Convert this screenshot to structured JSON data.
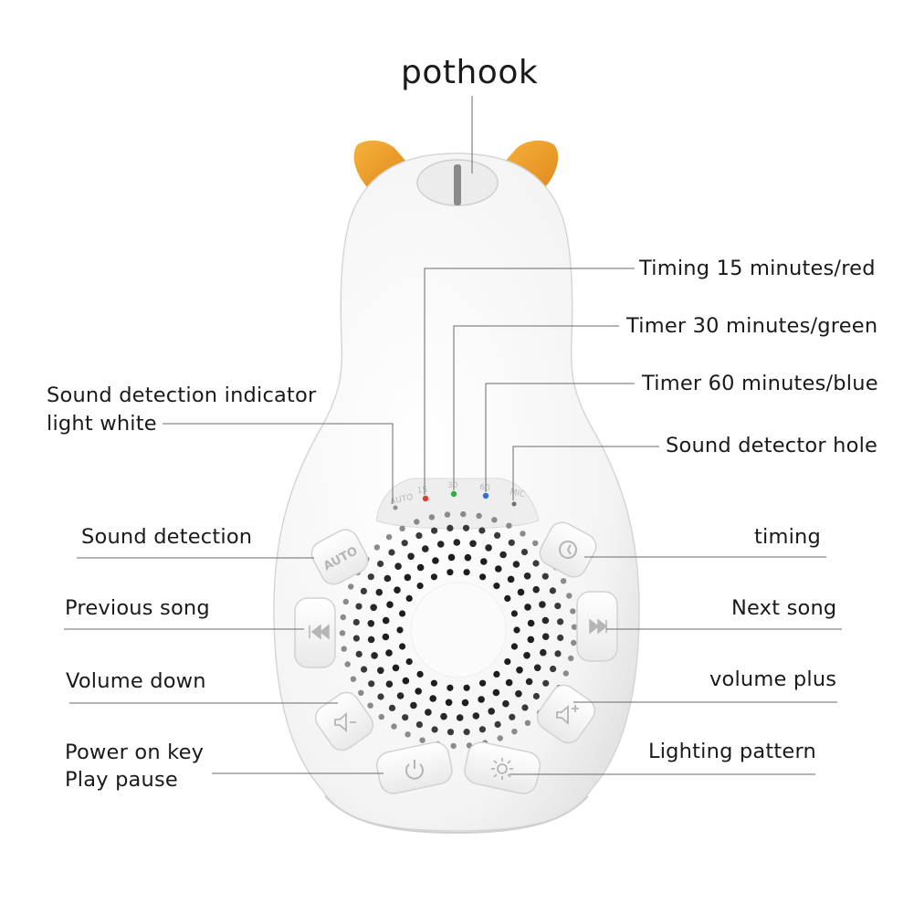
{
  "device_markings": {
    "auto_indicator": "AUTO",
    "timer_15": "15",
    "timer_30": "30",
    "timer_60": "60",
    "mic": "MIC",
    "auto_button": "AUTO"
  },
  "callouts": {
    "pothook": "pothook",
    "timing_15": "Timing 15 minutes/red",
    "timer_30": "Timer 30 minutes/green",
    "timer_60": "Timer 60 minutes/blue",
    "sound_detection_indicator_line1": "Sound detection indicator",
    "sound_detection_indicator_line2": "light white",
    "sound_detector_hole": "Sound detector hole",
    "sound_detection": "Sound detection",
    "timing": "timing",
    "previous_song": "Previous song",
    "next_song": "Next song",
    "volume_down": "Volume down",
    "volume_plus": "volume plus",
    "power_line1": "Power on key",
    "power_line2": "Play pause",
    "lighting_pattern": "Lighting pattern"
  },
  "colors": {
    "indicator_red": "#e23b2e",
    "indicator_green": "#2fae3a",
    "indicator_blue": "#2f6fd6",
    "ear_orange": "#f0a02a",
    "body_white": "#f7f7f7",
    "leader_line": "#6a6a6a"
  }
}
